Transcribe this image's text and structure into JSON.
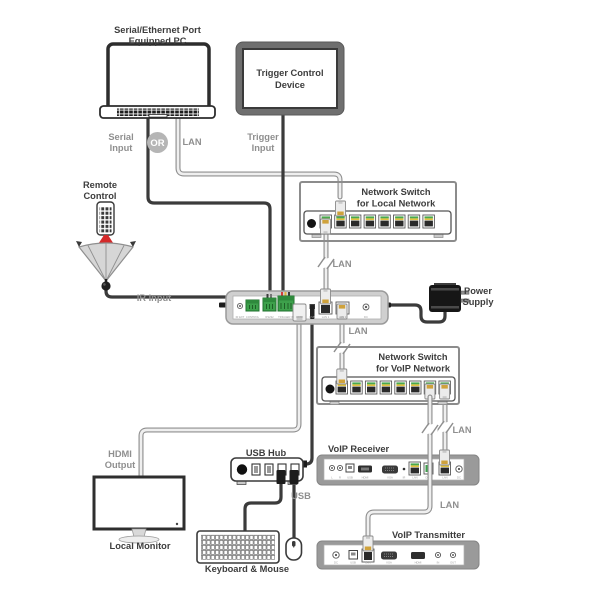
{
  "devices": {
    "pc": {
      "label_line1": "Serial/Ethernet Port",
      "label_line2": "Equipped PC"
    },
    "trigger_device": {
      "label_line1": "Trigger Control",
      "label_line2": "Device"
    },
    "remote": {
      "label_line1": "Remote",
      "label_line2": "Control"
    },
    "switch_local": {
      "label_line1": "Network Switch",
      "label_line2": "for Local Network"
    },
    "switch_voip": {
      "label_line1": "Network Switch",
      "label_line2": "for VoIP Network"
    },
    "power_supply": {
      "label_line1": "Power",
      "label_line2": "Supply"
    },
    "voip_receiver": {
      "label": "VoIP Receiver"
    },
    "voip_transmitter": {
      "label": "VoIP Transmitter"
    },
    "monitor": {
      "label": "Local Monitor"
    },
    "usb_hub": {
      "label": "USB Hub"
    },
    "keyboard_mouse": {
      "label": "Keyboard & Mouse"
    }
  },
  "connections": {
    "serial_line1": "Serial",
    "serial_line2": "Input",
    "or": "OR",
    "lan_pc": "LAN",
    "trigger_line1": "Trigger",
    "trigger_line2": "Input",
    "ir_input": "IR Input",
    "lan_local": "LAN",
    "lan_controller": "LAN",
    "lan_voip": "LAN",
    "lan_transmitter": "LAN",
    "hdmi_line1": "HDMI",
    "hdmi_line2": "Output",
    "usb": "USB"
  },
  "controller_ports": [
    "IR EXT",
    "CONTROL",
    "RS232",
    "TRIGGER IN",
    "HDMI",
    "USB",
    "LAN 1",
    "LAN 2",
    "DC"
  ],
  "receiver_ports": [
    "L",
    "R",
    "USB",
    "HDMI",
    "VGA",
    "IR",
    "LAN",
    "OPT",
    "LAN",
    "DC"
  ],
  "transmitter_ports": [
    "DC",
    "USB",
    "LAN",
    "VGA",
    "HDMI",
    "IN",
    "OUT"
  ],
  "colors": {
    "label_gray": "#8f8f8f",
    "label_dark": "#3d3d3d",
    "cable_dark": "#3b3b3b",
    "cable_light": "#efefef",
    "terminal_green": "#3da04b",
    "rj45_contact_yellow": "#cfa23c",
    "port_green": "#4aa84e",
    "ir_beam_red": "#d42a2a",
    "device_gray": "#9a9a9a"
  }
}
